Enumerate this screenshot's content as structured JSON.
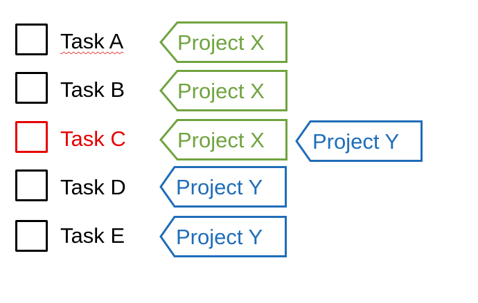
{
  "colors": {
    "default_task": "#000000",
    "highlight_task": "#e60000",
    "project_x": "#70a33f",
    "project_y": "#1f6db8"
  },
  "tasks": [
    {
      "label": "Task A",
      "highlight": false,
      "spellcheck_underline": true,
      "tags": [
        {
          "label": "Project X",
          "project": "project_x"
        }
      ]
    },
    {
      "label": "Task B",
      "highlight": false,
      "spellcheck_underline": false,
      "tags": [
        {
          "label": "Project X",
          "project": "project_x"
        }
      ]
    },
    {
      "label": "Task C",
      "highlight": true,
      "spellcheck_underline": false,
      "tags": [
        {
          "label": "Project X",
          "project": "project_x"
        },
        {
          "label": "Project Y",
          "project": "project_y"
        }
      ]
    },
    {
      "label": "Task D",
      "highlight": false,
      "spellcheck_underline": false,
      "tags": [
        {
          "label": "Project Y",
          "project": "project_y"
        }
      ]
    },
    {
      "label": "Task E",
      "highlight": false,
      "spellcheck_underline": false,
      "tags": [
        {
          "label": "Project Y",
          "project": "project_y"
        }
      ]
    }
  ]
}
